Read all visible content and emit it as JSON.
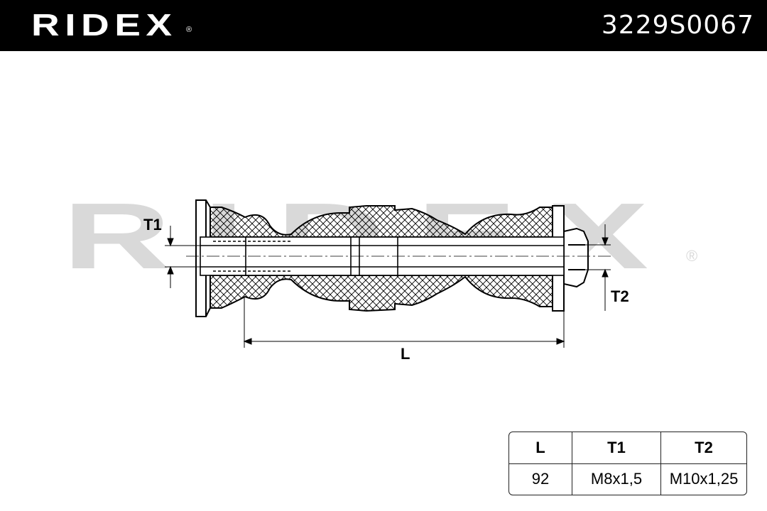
{
  "header": {
    "brand": "RIDEX",
    "registered_mark": "®",
    "part_number": "3229S0067"
  },
  "watermark": {
    "text": "RIDEX",
    "registered_mark": "®",
    "color": "#d9d9d9"
  },
  "drawing": {
    "labels": {
      "t1": "T1",
      "t2": "T2",
      "l": "L"
    },
    "hatch_color": "#000000"
  },
  "specs_table": {
    "headers": [
      "L",
      "T1",
      "T2"
    ],
    "values": [
      "92",
      "M8x1,5",
      "M10x1,25"
    ]
  }
}
